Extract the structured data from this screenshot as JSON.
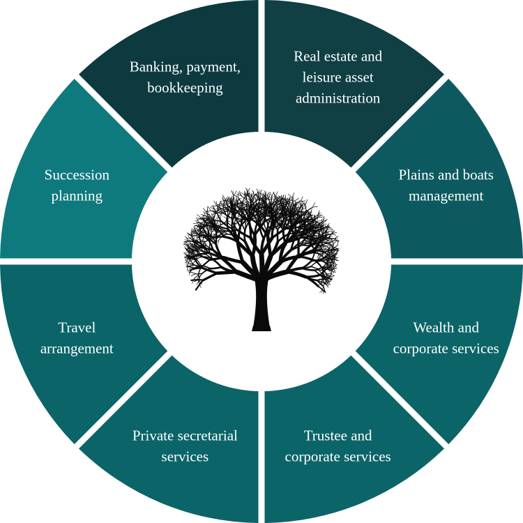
{
  "segments": [
    {
      "lines": [
        "Real estate and",
        "leisure asset",
        "administration"
      ],
      "color": "#103f44"
    },
    {
      "lines": [
        "Plains and boats",
        "management"
      ],
      "color": "#0c5a5f"
    },
    {
      "lines": [
        "Wealth and",
        "corporate services"
      ],
      "color": "#0b6468"
    },
    {
      "lines": [
        "Trustee and",
        "corporate services"
      ],
      "color": "#0b6468"
    },
    {
      "lines": [
        "Private secretarial",
        "services"
      ],
      "color": "#0b6468"
    },
    {
      "lines": [
        "Travel",
        "arrangement"
      ],
      "color": "#0b6468"
    },
    {
      "lines": [
        "Succession",
        "planning"
      ],
      "color": "#0f7a7e"
    },
    {
      "lines": [
        "Banking, payment,",
        "bookkeeping"
      ],
      "color": "#0c3a3f"
    }
  ],
  "center": {
    "icon": "tree-icon",
    "background": "#ffffff",
    "tree_color": "#0a0a0a"
  }
}
